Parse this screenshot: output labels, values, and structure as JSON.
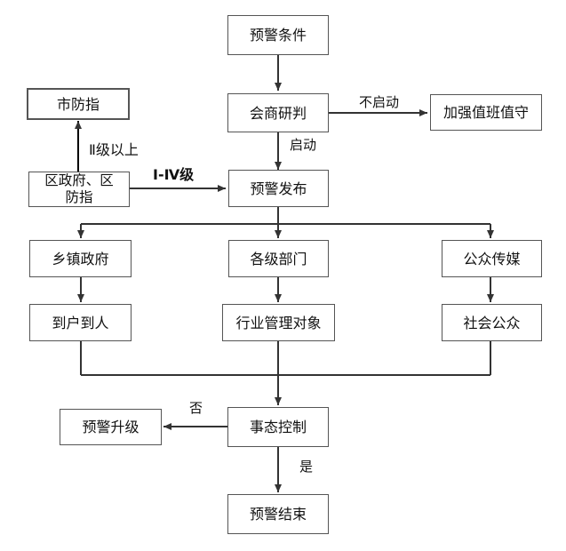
{
  "nodes": {
    "warning_conditions": "预警条件",
    "consultation": "会商研判",
    "duty": "加强值班值守",
    "city_command": "市防指",
    "district_gov": "区政府、区防指",
    "warning_release": "预警发布",
    "township": "乡镇政府",
    "departments": "各级部门",
    "media": "公众传媒",
    "households": "到户到人",
    "industry_objects": "行业管理对象",
    "public": "社会公众",
    "event_control": "事态控制",
    "warning_upgrade": "预警升级",
    "warning_end": "预警结束"
  },
  "edges": {
    "no_start": "不启动",
    "start": "启动",
    "level_ii_up": "Ⅱ级以上",
    "level_i_iv": "Ⅰ-Ⅳ级",
    "no": "否",
    "yes": "是"
  }
}
